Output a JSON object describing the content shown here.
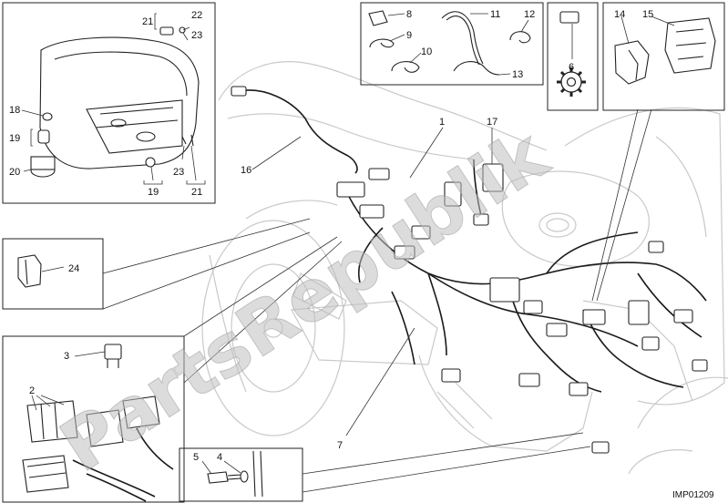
{
  "drawing_code": "IMP01209",
  "watermark": "PartsRepublik",
  "callouts": {
    "c1": "1",
    "c2": "2",
    "c3": "3",
    "c4": "4",
    "c5": "5",
    "c6": "6",
    "c7": "7",
    "c8": "8",
    "c9": "9",
    "c10": "10",
    "c11": "11",
    "c12": "12",
    "c13": "13",
    "c14": "14",
    "c15": "15",
    "c16": "16",
    "c17": "17",
    "c18": "18",
    "c19a": "19",
    "c19b": "19",
    "c20": "20",
    "c21a": "21",
    "c21b": "21",
    "c22": "22",
    "c23a": "23",
    "c23b": "23",
    "c24": "24"
  }
}
